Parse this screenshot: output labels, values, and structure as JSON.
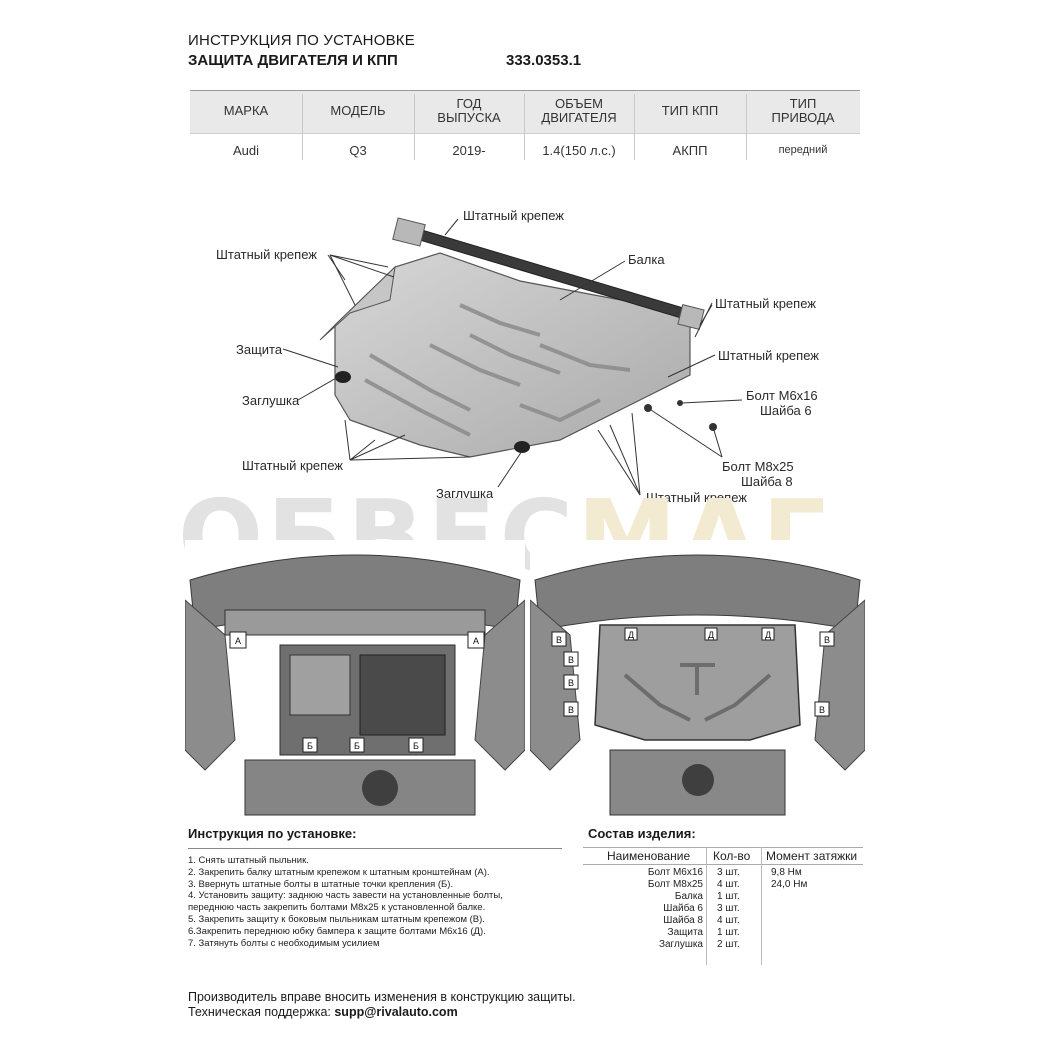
{
  "header": {
    "line1": "ИНСТРУКЦИЯ ПО УСТАНОВКЕ",
    "line2": "ЗАЩИТА ДВИГАТЕЛЯ И КПП",
    "article": "333.0353.1"
  },
  "spec_table": {
    "columns": [
      {
        "h1": "МАРКА",
        "h2": "",
        "value": "Audi"
      },
      {
        "h1": "МОДЕЛЬ",
        "h2": "",
        "value": "Q3"
      },
      {
        "h1": "ГОД",
        "h2": "ВЫПУСКА",
        "value": "2019-"
      },
      {
        "h1": "ОБЪЕМ",
        "h2": "ДВИГАТЕЛЯ",
        "value": "1.4(150 л.с.)"
      },
      {
        "h1": "ТИП КПП",
        "h2": "",
        "value": "АКПП"
      },
      {
        "h1": "ТИП",
        "h2": "ПРИВОДА",
        "value": "передний"
      }
    ]
  },
  "diagram": {
    "labels": {
      "std_top": "Штатный крепеж",
      "std_left": "Штатный крепеж",
      "balka": "Балка",
      "std_right1": "Штатный крепеж",
      "std_right2": "Штатный крепеж",
      "zashchita": "Защита",
      "zaglushka1": "Заглушка",
      "bolt1": "Болт М6х16",
      "washer1": "Шайба 6",
      "std_bottom_left": "Штатный крепеж",
      "bolt2": "Болт М8х25",
      "washer2": "Шайба 8",
      "zaglushka2": "Заглушка",
      "std_bottom_right": "Штатный крепеж"
    }
  },
  "watermark": {
    "part1": "ОБВЕС",
    "part2": "МАГ"
  },
  "photo_markers": {
    "a": "А",
    "b": "Б",
    "v": "В",
    "d": "Д"
  },
  "instructions": {
    "title": "Инструкция по установке:",
    "steps": [
      "1. Снять штатный пыльник.",
      "2. Закрепить балку штатным крепежом к штатным кронштейнам (А).",
      "3. Ввернуть штатные болты в штатные точки крепления (Б).",
      "4. Установить защиту: заднюю часть завести на установленные болты,",
      "переднюю часть закрепить болтами М8х25 к установленной балке.",
      "5. Закрепить защиту к боковым пыльникам штатным крепежом (В).",
      "6.Закрепить переднюю юбку бампера к защите болтами М6х16 (Д).",
      "7. Затянуть болты с необходимым усилием"
    ]
  },
  "composition": {
    "title": "Состав изделия:",
    "headers": {
      "name": "Наименование",
      "qty": "Кол-во",
      "torque": "Момент затяжки"
    },
    "rows": [
      {
        "name": "Болт М6х16",
        "qty": "3 шт.",
        "torque": "9,8 Нм"
      },
      {
        "name": "Болт М8х25",
        "qty": "4 шт.",
        "torque": "24,0 Нм"
      },
      {
        "name": "Балка",
        "qty": "1 шт.",
        "torque": ""
      },
      {
        "name": "Шайба 6",
        "qty": "3 шт.",
        "torque": ""
      },
      {
        "name": "Шайба 8",
        "qty": "4 шт.",
        "torque": ""
      },
      {
        "name": "Защита",
        "qty": "1 шт.",
        "torque": ""
      },
      {
        "name": "Заглушка",
        "qty": "2 шт.",
        "torque": ""
      }
    ]
  },
  "footer": {
    "line1": "Производитель вправе вносить изменения в конструкцию защиты.",
    "support_label": "Техническая поддержка:",
    "support_email": "supp@rivalauto.com"
  }
}
